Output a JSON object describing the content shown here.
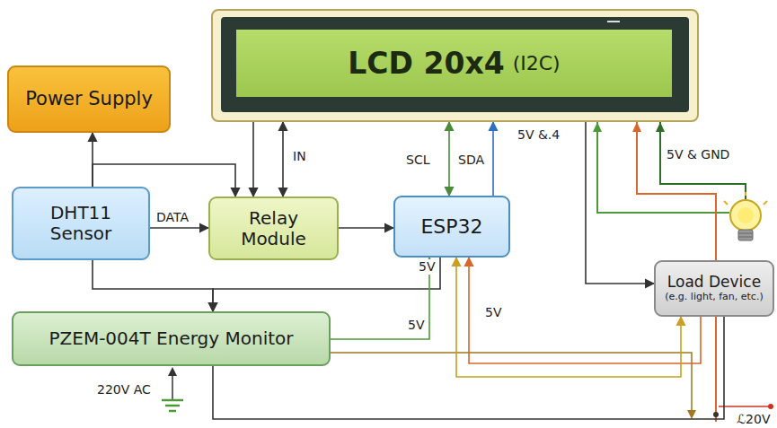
{
  "diagram": {
    "nodes": [
      {
        "text": [
          "LCD 20x4",
          "(I2C)"
        ]
      },
      {
        "text": [
          "Power Supply"
        ]
      },
      {
        "text": [
          "DHT11 Sensor"
        ]
      },
      {
        "text": [
          "Relay Module"
        ]
      },
      {
        "text": [
          "ESP32"
        ]
      },
      {
        "text": [
          "PZEM-004T Energy Monitor"
        ]
      },
      {
        "text": [
          "Load Device",
          "(e.g. light, fan, etc.)"
        ]
      }
    ],
    "edges": [
      {
        "from": 2,
        "to": 1,
        "arrow": "to"
      },
      {
        "from": 2,
        "to": 3,
        "arrow": "to"
      },
      {
        "from": 0,
        "to": 3,
        "arrow": "to"
      },
      {
        "from": 3,
        "to": 0,
        "label": "IN",
        "arrow": "both"
      },
      {
        "from": 2,
        "to": 3,
        "label": "DATA",
        "arrow": "to"
      },
      {
        "from": 3,
        "to": 4,
        "arrow": "to"
      },
      {
        "from": 4,
        "to": 0,
        "label": "SCL",
        "arrow": "both"
      },
      {
        "from": 4,
        "to": 0,
        "label": "SDA",
        "arrow": "to"
      },
      {
        "from": 2,
        "to": 5,
        "arrow": "to"
      },
      {
        "from": 4,
        "to": 5,
        "arrow": "to"
      },
      {
        "from": 5,
        "to": 4,
        "label": "5V",
        "arrow": "to"
      },
      {
        "from": 6,
        "to": 4,
        "label": "5V",
        "arrow": "to"
      },
      {
        "from": 4,
        "to": 6,
        "arrow": "both"
      },
      {
        "from": 0,
        "to": 6,
        "arrow": "to"
      },
      {
        "from": 5,
        "to": 6,
        "arrow": "none"
      }
    ],
    "labels": [
      "5V &.4",
      "5V & GND",
      "5V",
      "220V AC",
      "ℒ20V"
    ]
  }
}
